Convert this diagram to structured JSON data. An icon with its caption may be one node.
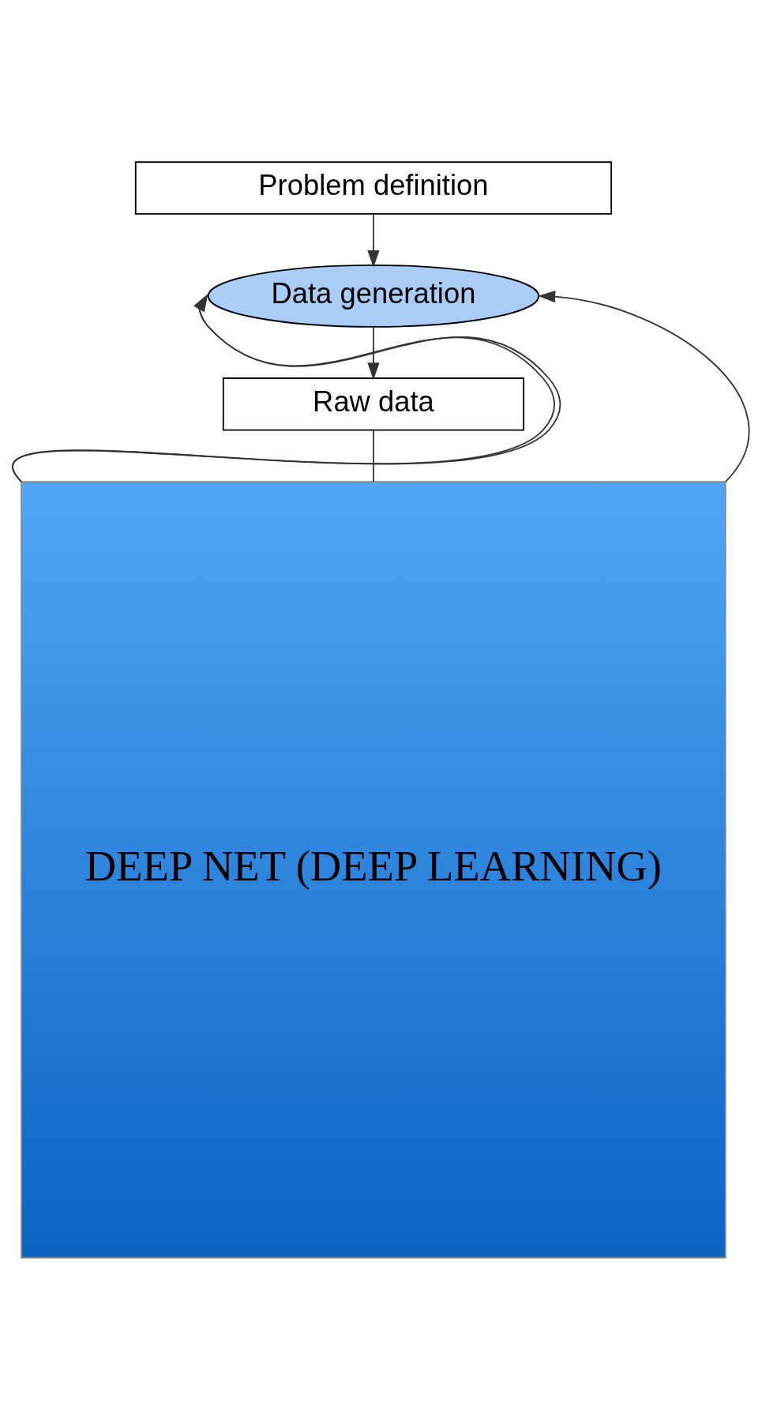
{
  "diagram": {
    "nodes": [
      {
        "text": [
          "Problem definition"
        ]
      },
      {
        "text": [
          "Data generation"
        ]
      },
      {
        "text": [
          "Raw data"
        ]
      },
      {
        "text": [
          "DEEP NET (DEEP LEARNING)"
        ]
      }
    ],
    "edges": [
      {
        "from": 0,
        "to": 1,
        "arrow": "to"
      },
      {
        "from": 1,
        "to": 2,
        "arrow": "to"
      },
      {
        "from": 2,
        "to": 3,
        "arrow": "none"
      },
      {
        "from": 3,
        "to": 1,
        "arrow": "to"
      },
      {
        "from": 3,
        "to": 1,
        "arrow": "to"
      },
      {
        "from": 3,
        "to": 1,
        "arrow": "to"
      }
    ]
  }
}
